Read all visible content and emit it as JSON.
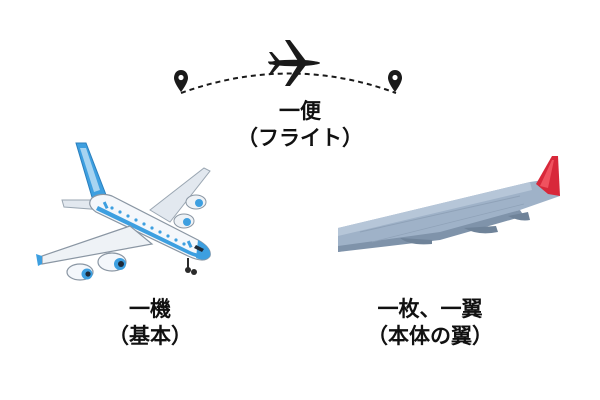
{
  "flight": {
    "counter": "一便",
    "meaning": "（フライト）"
  },
  "aircraft": {
    "counter": "一機",
    "meaning": "（基本）"
  },
  "wing": {
    "counter": "一枚、一翼",
    "meaning": "（本体の翼）"
  },
  "colors": {
    "text": "#111111",
    "route_icon": "#1a1a1a",
    "plane_body": "#f4f7fb",
    "plane_accent": "#3d9fe0",
    "wing_surface": "#9fb2c8",
    "wing_tip": "#d8283a"
  },
  "icons": {
    "origin": "map-pin-icon",
    "route": "airplane-icon",
    "destination": "map-pin-icon"
  }
}
